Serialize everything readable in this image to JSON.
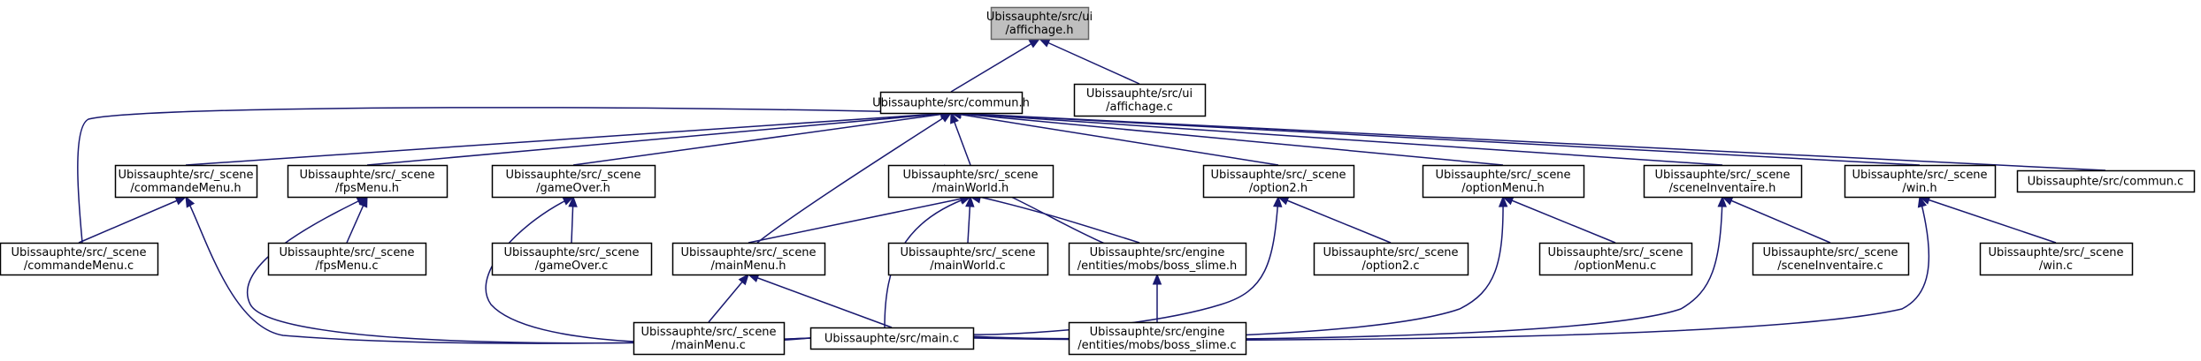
{
  "nodes": {
    "affichage_h": [
      "Ubissauphte/src/ui",
      "/affichage.h"
    ],
    "commun_h": [
      "Ubissauphte/src/commun.h"
    ],
    "affichage_c": [
      "Ubissauphte/src/ui",
      "/affichage.c"
    ],
    "commandeMenu_h": [
      "Ubissauphte/src/_scene",
      "/commandeMenu.h"
    ],
    "fpsMenu_h": [
      "Ubissauphte/src/_scene",
      "/fpsMenu.h"
    ],
    "gameOver_h": [
      "Ubissauphte/src/_scene",
      "/gameOver.h"
    ],
    "mainWorld_h": [
      "Ubissauphte/src/_scene",
      "/mainWorld.h"
    ],
    "option2_h": [
      "Ubissauphte/src/_scene",
      "/option2.h"
    ],
    "optionMenu_h": [
      "Ubissauphte/src/_scene",
      "/optionMenu.h"
    ],
    "sceneInventaire_h": [
      "Ubissauphte/src/_scene",
      "/sceneInventaire.h"
    ],
    "win_h": [
      "Ubissauphte/src/_scene",
      "/win.h"
    ],
    "commun_c": [
      "Ubissauphte/src/commun.c"
    ],
    "commandeMenu_c": [
      "Ubissauphte/src/_scene",
      "/commandeMenu.c"
    ],
    "fpsMenu_c": [
      "Ubissauphte/src/_scene",
      "/fpsMenu.c"
    ],
    "gameOver_c": [
      "Ubissauphte/src/_scene",
      "/gameOver.c"
    ],
    "mainMenu_h": [
      "Ubissauphte/src/_scene",
      "/mainMenu.h"
    ],
    "mainWorld_c": [
      "Ubissauphte/src/_scene",
      "/mainWorld.c"
    ],
    "boss_slime_h": [
      "Ubissauphte/src/engine",
      "/entities/mobs/boss_slime.h"
    ],
    "option2_c": [
      "Ubissauphte/src/_scene",
      "/option2.c"
    ],
    "optionMenu_c": [
      "Ubissauphte/src/_scene",
      "/optionMenu.c"
    ],
    "sceneInventaire_c": [
      "Ubissauphte/src/_scene",
      "/sceneInventaire.c"
    ],
    "win_c": [
      "Ubissauphte/src/_scene",
      "/win.c"
    ],
    "mainMenu_c": [
      "Ubissauphte/src/_scene",
      "/mainMenu.c"
    ],
    "main_c": [
      "Ubissauphte/src/main.c"
    ],
    "boss_slime_c": [
      "Ubissauphte/src/engine",
      "/entities/mobs/boss_slime.c"
    ]
  },
  "root": "affichage_h",
  "edges": [
    [
      "affichage_h",
      "commun_h"
    ],
    [
      "affichage_h",
      "affichage_c"
    ],
    [
      "commun_h",
      "commandeMenu_h"
    ],
    [
      "commun_h",
      "commandeMenu_c"
    ],
    [
      "commun_h",
      "fpsMenu_h"
    ],
    [
      "commun_h",
      "gameOver_h"
    ],
    [
      "commun_h",
      "mainWorld_h"
    ],
    [
      "commun_h",
      "mainMenu_h"
    ],
    [
      "commun_h",
      "option2_h"
    ],
    [
      "commun_h",
      "optionMenu_h"
    ],
    [
      "commun_h",
      "sceneInventaire_h"
    ],
    [
      "commun_h",
      "win_h"
    ],
    [
      "commun_h",
      "commun_c"
    ],
    [
      "commandeMenu_h",
      "commandeMenu_c"
    ],
    [
      "commandeMenu_h",
      "main_c"
    ],
    [
      "fpsMenu_h",
      "fpsMenu_c"
    ],
    [
      "fpsMenu_h",
      "main_c"
    ],
    [
      "gameOver_h",
      "gameOver_c"
    ],
    [
      "gameOver_h",
      "main_c"
    ],
    [
      "mainWorld_h",
      "mainMenu_h"
    ],
    [
      "mainWorld_h",
      "mainWorld_c"
    ],
    [
      "mainWorld_h",
      "boss_slime_h"
    ],
    [
      "boss_slime_h",
      "mainWorld_h"
    ],
    [
      "mainWorld_h",
      "main_c"
    ],
    [
      "mainMenu_h",
      "mainMenu_c"
    ],
    [
      "mainMenu_h",
      "main_c"
    ],
    [
      "boss_slime_h",
      "boss_slime_c"
    ],
    [
      "option2_h",
      "option2_c"
    ],
    [
      "option2_h",
      "main_c"
    ],
    [
      "optionMenu_h",
      "optionMenu_c"
    ],
    [
      "optionMenu_h",
      "main_c"
    ],
    [
      "sceneInventaire_h",
      "sceneInventaire_c"
    ],
    [
      "sceneInventaire_h",
      "main_c"
    ],
    [
      "win_h",
      "win_c"
    ],
    [
      "win_h",
      "main_c"
    ]
  ]
}
